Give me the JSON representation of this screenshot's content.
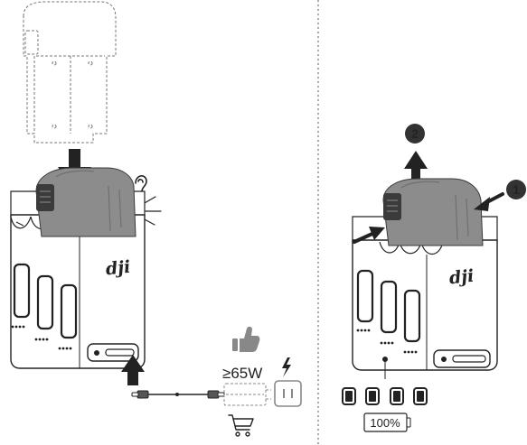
{
  "power": {
    "watt_label": "≥65W"
  },
  "battery_status": {
    "percent_label": "100%"
  },
  "brand": {
    "logo_text": "dji"
  },
  "step_markers": [
    "2",
    "1"
  ],
  "icons": {
    "thumbs_up": "thumbs-up-icon",
    "lightning": "lightning-icon",
    "shopping_cart": "shopping-cart-icon",
    "ear": "ear-icon",
    "wall_outlet": "wall-outlet-icon",
    "usb_cable": "usb-c-cable-icon"
  },
  "colors": {
    "battery_gray": "#8c8c8c",
    "arrow": "#222222",
    "outline": "#333333",
    "icon_gray": "#888888"
  }
}
